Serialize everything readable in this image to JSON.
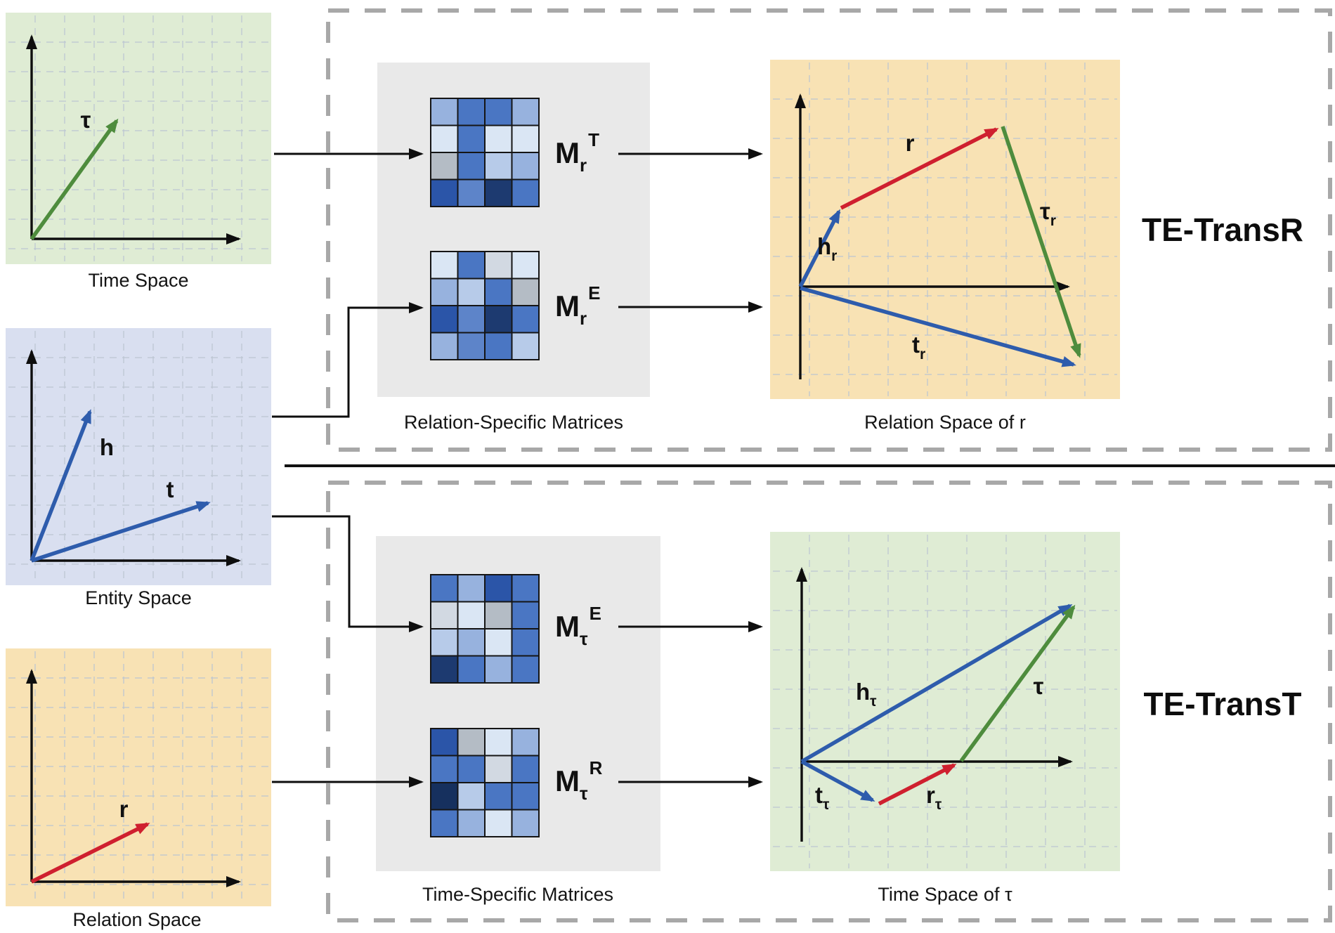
{
  "palette": {
    "navy": "#1d3a70",
    "navy2": "#16305e",
    "strong": "#2b55a8",
    "medium": "#4a76c3",
    "medium2": "#5d84c9",
    "lightmed": "#97b2de",
    "light": "#b7cbe9",
    "verylight": "#dae6f4",
    "gray": "#b4bcc5",
    "graylight": "#d2d9e2",
    "vector_blue": "#2e5cac",
    "vector_red": "#cf202f",
    "vector_green": "#4e8c3d",
    "panel_green": "#dfecd4",
    "panel_blue": "#d9dff0",
    "panel_orange": "#f8e2b4",
    "panel_gray": "#e9e9e9",
    "dash_border": "#a8a8a8"
  },
  "left_panels": [
    {
      "caption": "Time Space",
      "vectors": [
        {
          "main": "τ",
          "sub": "",
          "color": "green"
        }
      ]
    },
    {
      "caption": "Entity Space",
      "vectors": [
        {
          "main": "h",
          "sub": "",
          "color": "blue"
        },
        {
          "main": "t",
          "sub": "",
          "color": "blue"
        }
      ]
    },
    {
      "caption": "Relation Space",
      "vectors": [
        {
          "main": "r",
          "sub": "",
          "color": "red"
        }
      ]
    }
  ],
  "top_box": {
    "model_label": "TE-TransR",
    "matrices_caption": "Relation-Specific Matrices",
    "plot_caption": "Relation Space of r",
    "matrices": [
      {
        "label": {
          "main": "M",
          "sub": "r",
          "sup": "T"
        },
        "cells": [
          [
            "lightmed",
            "medium",
            "medium",
            "lightmed"
          ],
          [
            "verylight",
            "medium",
            "verylight",
            "verylight"
          ],
          [
            "gray",
            "medium",
            "light",
            "lightmed"
          ],
          [
            "strong",
            "medium2",
            "navy",
            "medium"
          ]
        ]
      },
      {
        "label": {
          "main": "M",
          "sub": "r",
          "sup": "E"
        },
        "cells": [
          [
            "verylight",
            "medium",
            "graylight",
            "verylight"
          ],
          [
            "lightmed",
            "light",
            "medium",
            "gray"
          ],
          [
            "strong",
            "medium2",
            "navy",
            "medium"
          ],
          [
            "lightmed",
            "medium2",
            "medium",
            "light"
          ]
        ]
      }
    ],
    "plot_vectors": [
      {
        "main": "h",
        "sub": "r",
        "color": "blue"
      },
      {
        "main": "r",
        "sub": "",
        "color": "red"
      },
      {
        "main": "τ",
        "sub": "r",
        "color": "green"
      },
      {
        "main": "t",
        "sub": "r",
        "color": "blue"
      }
    ]
  },
  "bottom_box": {
    "model_label": "TE-TransT",
    "matrices_caption": "Time-Specific Matrices",
    "plot_caption": "Time Space of τ",
    "matrices": [
      {
        "label": {
          "main": "M",
          "sub": "τ",
          "sup": "E"
        },
        "cells": [
          [
            "medium",
            "lightmed",
            "strong",
            "medium"
          ],
          [
            "graylight",
            "verylight",
            "gray",
            "medium"
          ],
          [
            "light",
            "lightmed",
            "verylight",
            "medium"
          ],
          [
            "navy",
            "medium",
            "lightmed",
            "medium"
          ]
        ]
      },
      {
        "label": {
          "main": "M",
          "sub": "τ",
          "sup": "R"
        },
        "cells": [
          [
            "strong",
            "gray",
            "verylight",
            "lightmed"
          ],
          [
            "medium",
            "medium",
            "graylight",
            "medium"
          ],
          [
            "navy2",
            "light",
            "medium",
            "medium"
          ],
          [
            "medium",
            "lightmed",
            "verylight",
            "lightmed"
          ]
        ]
      }
    ],
    "plot_vectors": [
      {
        "main": "h",
        "sub": "τ",
        "color": "blue"
      },
      {
        "main": "τ",
        "sub": "",
        "color": "green"
      },
      {
        "main": "t",
        "sub": "τ",
        "color": "blue"
      },
      {
        "main": "r",
        "sub": "τ",
        "color": "red"
      }
    ]
  }
}
